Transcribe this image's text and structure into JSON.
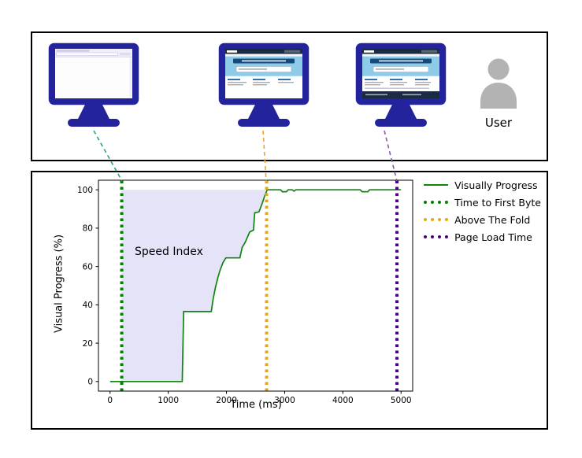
{
  "illustration": {
    "user_label": "User",
    "monitor_color": "#23249c",
    "user_icon_color": "#b3b3b3",
    "connectors": [
      {
        "name": "ttfb-connector",
        "color": "#27a08b"
      },
      {
        "name": "atf-connector",
        "color": "#f0a23c"
      },
      {
        "name": "plt-connector",
        "color": "#8a56ad"
      }
    ]
  },
  "chart_data": {
    "type": "line",
    "title": "",
    "xlabel": "Time (ms)",
    "ylabel": "Visual Progress (%)",
    "xlim": [
      -200,
      5200
    ],
    "ylim": [
      -5,
      105
    ],
    "x_ticks": [
      0,
      1000,
      2000,
      3000,
      4000,
      5000
    ],
    "y_ticks": [
      0,
      20,
      40,
      60,
      80,
      100
    ],
    "grid": false,
    "legend_position": "upper right",
    "series": [
      {
        "name": "Visually Progress",
        "color": "#0f850f",
        "style": "solid",
        "points": [
          [
            0,
            0
          ],
          [
            1240,
            0
          ],
          [
            1265,
            36.5
          ],
          [
            1740,
            36.5
          ],
          [
            1770,
            43
          ],
          [
            1810,
            49
          ],
          [
            1850,
            54
          ],
          [
            1890,
            58
          ],
          [
            1940,
            62
          ],
          [
            1990,
            64.5
          ],
          [
            2230,
            64.5
          ],
          [
            2270,
            70
          ],
          [
            2320,
            72.5
          ],
          [
            2400,
            78
          ],
          [
            2465,
            79
          ],
          [
            2485,
            88
          ],
          [
            2560,
            88.5
          ],
          [
            2615,
            93
          ],
          [
            2660,
            97
          ],
          [
            2700,
            100
          ],
          [
            2930,
            100
          ],
          [
            2960,
            99
          ],
          [
            3030,
            99
          ],
          [
            3060,
            100
          ],
          [
            3130,
            100
          ],
          [
            3160,
            99.3
          ],
          [
            3190,
            100
          ],
          [
            4300,
            100
          ],
          [
            4330,
            99
          ],
          [
            4430,
            99
          ],
          [
            4460,
            100
          ],
          [
            5000,
            100
          ]
        ]
      }
    ],
    "vlines": [
      {
        "label": "Time to First Byte",
        "x": 200,
        "color": "#008000"
      },
      {
        "label": "Above The Fold",
        "x": 2690,
        "color": "#e3a71c"
      },
      {
        "label": "Page Load Time",
        "x": 4930,
        "color": "#4b0082"
      }
    ],
    "area": {
      "label": "Speed Index",
      "from": 200,
      "to": 2690,
      "upper": 100,
      "fill": "#e4e3f7"
    },
    "legend_items": [
      {
        "label": "Visually Progress",
        "color": "#0f850f",
        "style": "solid"
      },
      {
        "label": "Time to First Byte",
        "color": "#008000",
        "style": "dotted"
      },
      {
        "label": "Above The Fold",
        "color": "#e3a71c",
        "style": "dotted"
      },
      {
        "label": "Page Load Time",
        "color": "#4b0082",
        "style": "dotted"
      }
    ]
  }
}
